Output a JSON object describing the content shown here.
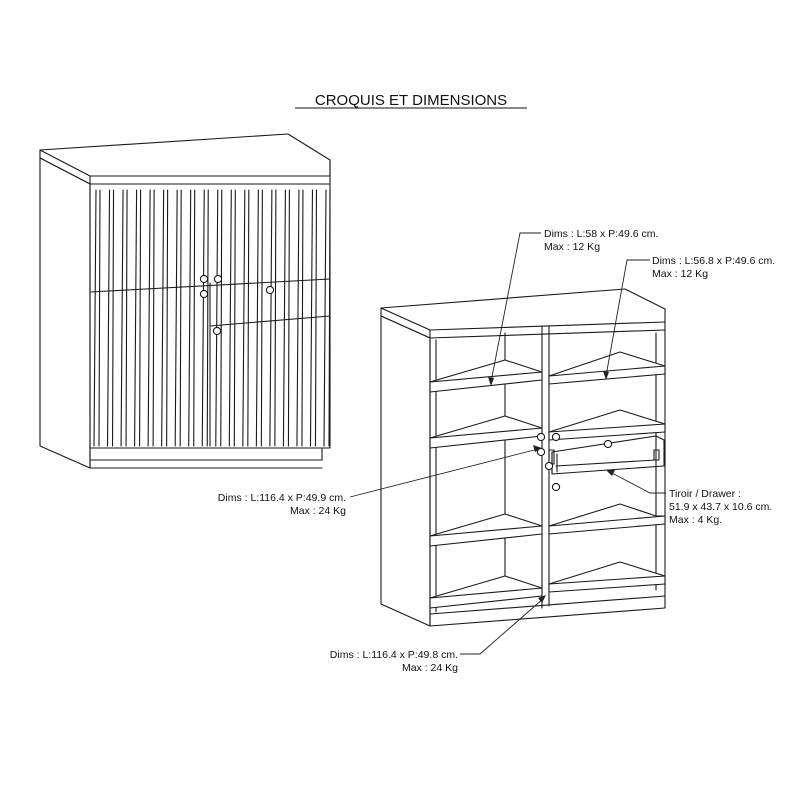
{
  "title": "CROQUIS ET DIMENSIONS",
  "annotations": {
    "shelf_left": {
      "line1": "Dims : L:58 x P:49.6 cm.",
      "line2": "Max : 12 Kg"
    },
    "shelf_right": {
      "line1": "Dims : L:56.8 x P:49.6 cm.",
      "line2": "Max : 12 Kg"
    },
    "drawer": {
      "line1": "Tiroir / Drawer :",
      "line2": "51.9 x 43.7 x 10.6 cm.",
      "line3": "Max : 4 Kg."
    },
    "middle_panel": {
      "line1": "Dims : L:116.4 x P:49.9 cm.",
      "line2": "Max : 24 Kg"
    },
    "bottom_panel": {
      "line1": "Dims : L:116.4 x P:49.8 cm.",
      "line2": "Max : 24 Kg"
    }
  },
  "colors": {
    "line": "#1a1a1a",
    "text": "#111111",
    "background": "#ffffff"
  }
}
